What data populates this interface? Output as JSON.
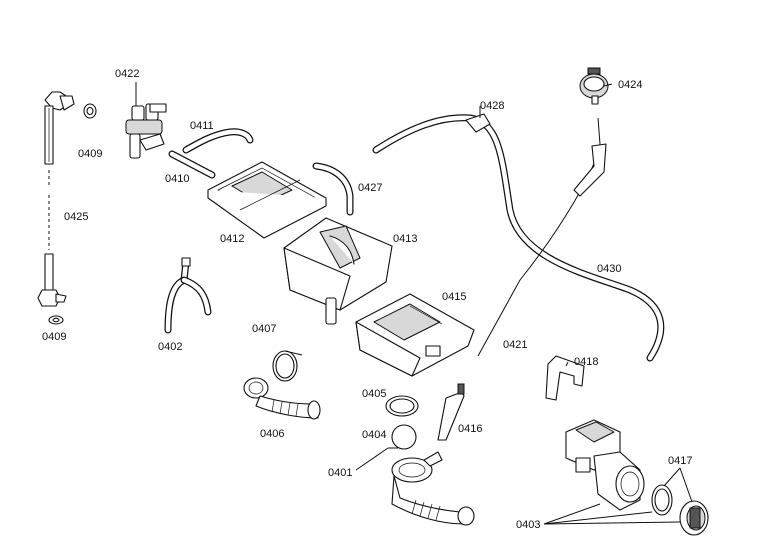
{
  "labels": {
    "l0422": "0422",
    "l0409a": "0409",
    "l0411": "0411",
    "l0410": "0410",
    "l0425": "0425",
    "l0409b": "0409",
    "l0412": "0412",
    "l0427": "0427",
    "l0413": "0413",
    "l0428": "0428",
    "l0424": "0424",
    "l0430": "0430",
    "l0415": "0415",
    "l0402": "0402",
    "l0407": "0407",
    "l0421": "0421",
    "l0418": "0418",
    "l0406": "0406",
    "l0405": "0405",
    "l0404": "0404",
    "l0416": "0416",
    "l0401": "0401",
    "l0417": "0417",
    "l0403": "0403"
  }
}
